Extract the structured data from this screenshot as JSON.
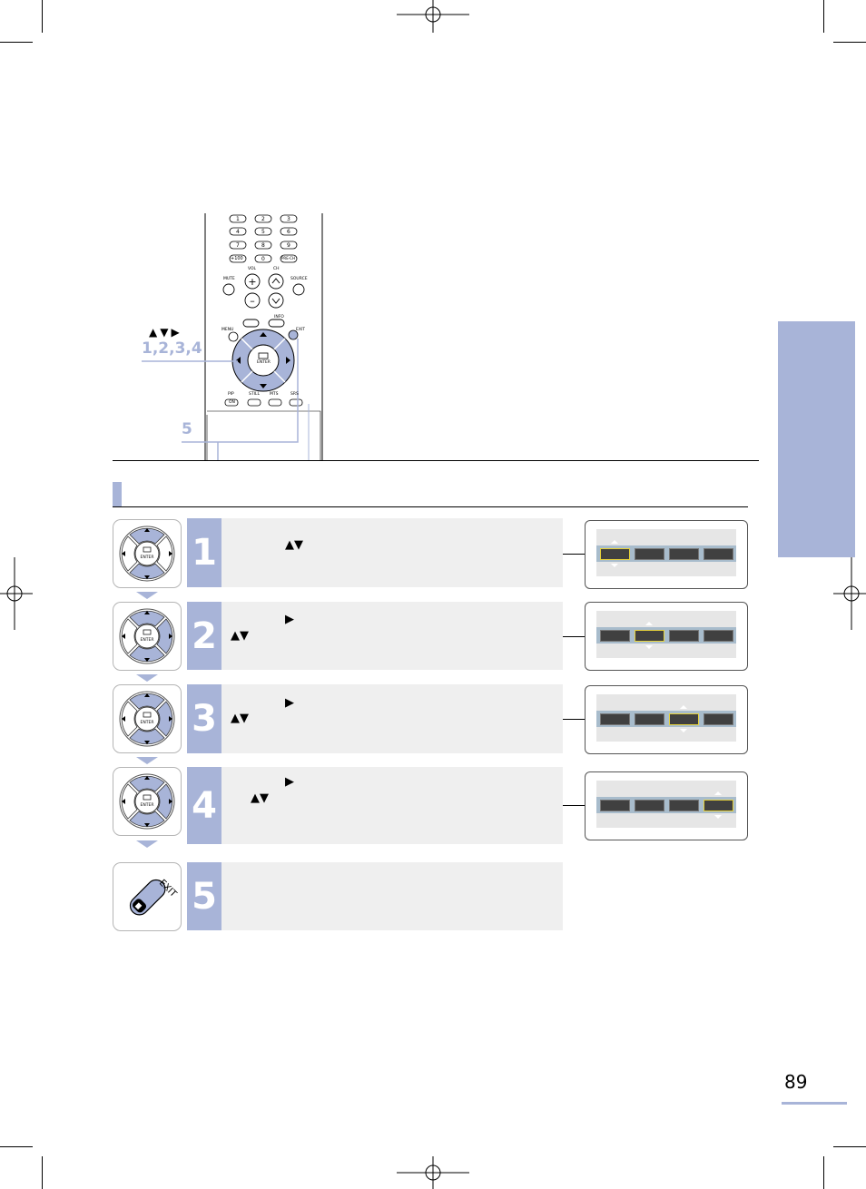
{
  "page": {
    "number": "89"
  },
  "colors": {
    "accent": "#a8b4d8",
    "panel": "#efefef",
    "osd_band": "#a8bccc",
    "osd_highlight": "#e6d23c"
  },
  "remote": {
    "callout_arrows": "▲▼▶",
    "callout_steps_1_4": "1,2,3,4",
    "callout_step_5": "5",
    "number_keys": [
      "1",
      "2",
      "3",
      "4",
      "5",
      "6",
      "7",
      "8",
      "9",
      "+100",
      "0",
      "PRE-CH"
    ],
    "labels": {
      "vol": "VOL",
      "ch": "CH",
      "mute": "MUTE",
      "source": "SOURCE",
      "menu": "MENU",
      "info": "INFO",
      "exit": "EXIT",
      "enter": "ENTER",
      "pip": "PIP",
      "on": "ON",
      "still": "STILL",
      "mts": "MTS",
      "srs": "SRS"
    }
  },
  "steps": [
    {
      "number": "1",
      "arrows": "▲▼",
      "icon": "dpad-icon"
    },
    {
      "number": "2",
      "arrows_right": "▶",
      "arrows": "▲▼",
      "icon": "dpad-icon"
    },
    {
      "number": "3",
      "arrows_right": "▶",
      "arrows": "▲▼",
      "icon": "dpad-icon"
    },
    {
      "number": "4",
      "arrows_right": "▶",
      "arrows": "▲▼",
      "icon": "dpad-icon"
    },
    {
      "number": "5",
      "icon": "exit-button-icon",
      "exit_label": "EXIT"
    }
  ],
  "dpad_enter_label": "ENTER"
}
